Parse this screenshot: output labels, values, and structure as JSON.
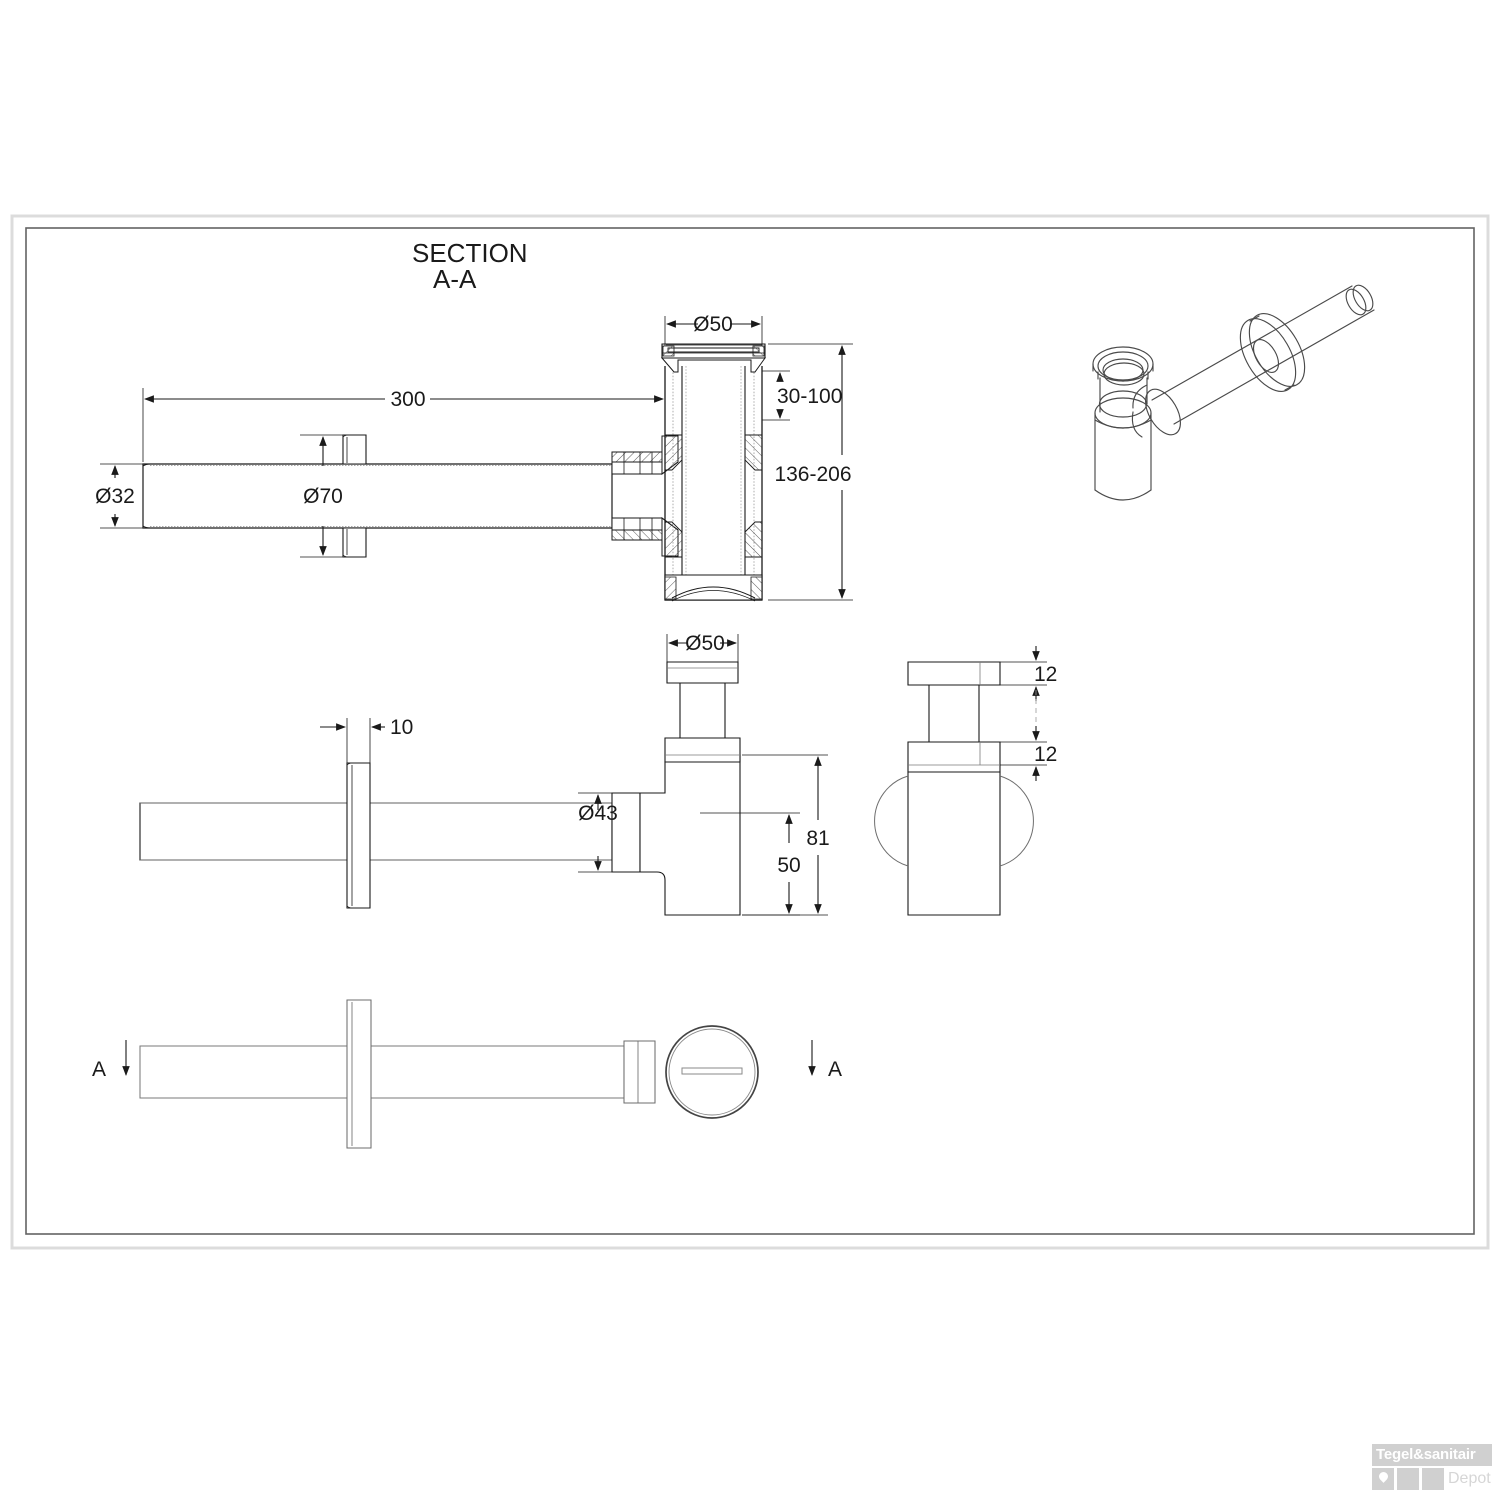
{
  "sheet": {
    "background_color": "#ffffff",
    "border_color_outer": "#d9d9d9",
    "border_color_inner": "#555555",
    "line_color": "#1a1a1a",
    "thin_line_color": "#6e6e6e"
  },
  "section_label": {
    "line1": "SECTION",
    "line2": "A-A"
  },
  "dimensions": {
    "d50_top": "Ø50",
    "len_300": "300",
    "d32": "Ø32",
    "d70": "Ø70",
    "h_30_100": "30-100",
    "h_136_206": "136-206",
    "d50_mid": "Ø50",
    "thk_10": "10",
    "d43": "Ø43",
    "h_81": "81",
    "h_50": "50",
    "t12_upper": "12",
    "t12_lower": "12"
  },
  "section_markers": {
    "left": "A",
    "right": "A"
  },
  "views": [
    {
      "name": "section-view-aa",
      "label": "SECTION A-A"
    },
    {
      "name": "isometric-view",
      "label": ""
    },
    {
      "name": "front-elevation",
      "label": ""
    },
    {
      "name": "side-elevation",
      "label": ""
    },
    {
      "name": "plan-view",
      "label": ""
    }
  ],
  "logo": {
    "brand_top": "Tegel&sanitair",
    "brand_bottom": "Depot",
    "tile_color": "#d0d0d0",
    "text_color": "#ffffff",
    "depot_color": "#d6d6d6",
    "icon": "water-drop-icon"
  }
}
